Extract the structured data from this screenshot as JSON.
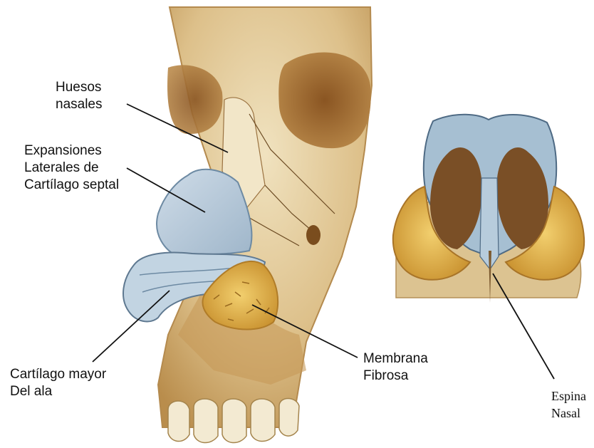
{
  "labels": {
    "huesos_nasales": "Huesos\nnasales",
    "expansiones_laterales": "Expansiones\nLaterales de\nCartílago septal",
    "cartilago_mayor": "Cartílago mayor\nDel ala",
    "membrana_fibrosa": "Membrana\nFibrosa",
    "espina_nasal": "Espina\nNasal"
  },
  "colors": {
    "bone": "#e2cc9a",
    "bone_shadow": "#a97a3e",
    "cavity": "#8a5a28",
    "cartilage": "#b8ccdc",
    "cartilage_edge": "#5e7890",
    "fibrous": "#e2b048",
    "leader": "#111111"
  }
}
